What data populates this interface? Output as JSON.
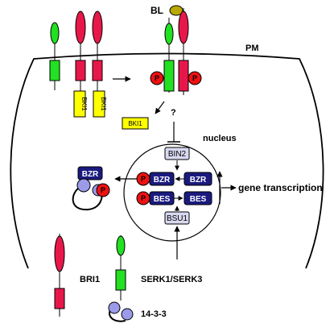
{
  "labels": {
    "bl": "BL",
    "pm": "PM",
    "nucleus": "nucleus",
    "question": "?",
    "gene_transcription": "gene transcription"
  },
  "proteins": {
    "bki1": "BKI1",
    "bin2": "BIN2",
    "bsu1": "BSU1",
    "bzr": "BZR",
    "bes": "BES",
    "p": "P"
  },
  "legend": {
    "bri1": "BRI1",
    "serk": "SERK1/SERK3",
    "fourteen33": "14-3-3"
  },
  "colors": {
    "bri1": "#e8174a",
    "serk": "#22e022",
    "bki1": "#ffff00",
    "bl": "#b8a800",
    "phospho": "#ee1111",
    "tf_box": "#1a1a7e",
    "kinase_box": "#d8d8f0",
    "fourteen33": "#9b9bea"
  }
}
